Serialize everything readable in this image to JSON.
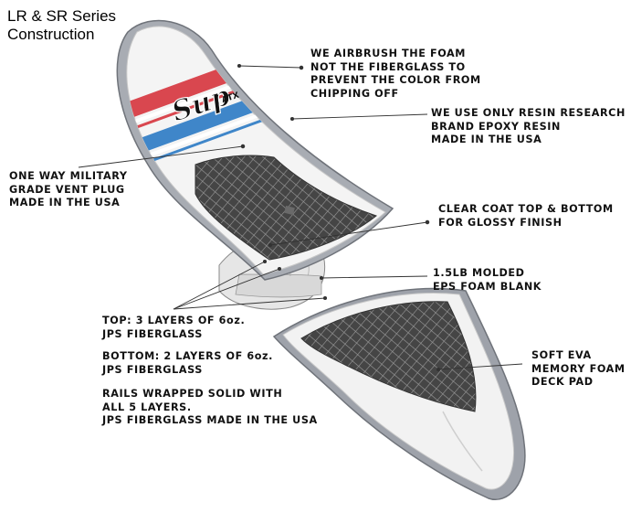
{
  "title": {
    "line1": "LR & SR Series",
    "line2": "Construction"
  },
  "brand_logo": {
    "main": "Sup",
    "sub": "ATX"
  },
  "callouts": {
    "airbrush": [
      "WE AIRBRUSH THE FOAM",
      "NOT THE FIBERGLASS TO",
      "PREVENT THE COLOR FROM",
      "CHIPPING OFF"
    ],
    "resin": [
      "WE USE ONLY RESIN RESEARCH",
      "BRAND EPOXY RESIN",
      "MADE IN THE USA"
    ],
    "vent": [
      "ONE WAY MILITARY",
      "GRADE VENT PLUG",
      "MADE IN THE USA"
    ],
    "clearcoat": [
      "CLEAR COAT TOP & BOTTOM",
      "FOR GLOSSY FINISH"
    ],
    "foam": [
      "1.5LB MOLDED",
      "EPS FOAM BLANK"
    ],
    "top_layers": [
      "TOP: 3 LAYERS OF 6oz.",
      "JPS FIBERGLASS"
    ],
    "bottom_layers": [
      "BOTTOM: 2 LAYERS OF 6oz.",
      "JPS FIBERGLASS"
    ],
    "rails": [
      "RAILS WRAPPED SOLID WITH",
      "ALL 5 LAYERS.",
      "JPS FIBERGLASS MADE IN THE USA"
    ],
    "deckpad": [
      "SOFT EVA",
      "MEMORY FOAM",
      "DECK PAD"
    ]
  },
  "colors": {
    "stripe_red": "#d9474f",
    "stripe_blue": "#3f86c9",
    "pad": "#4a4a4a",
    "board_fill": "#eeeeee",
    "board_rail": "#9a9ea5"
  }
}
